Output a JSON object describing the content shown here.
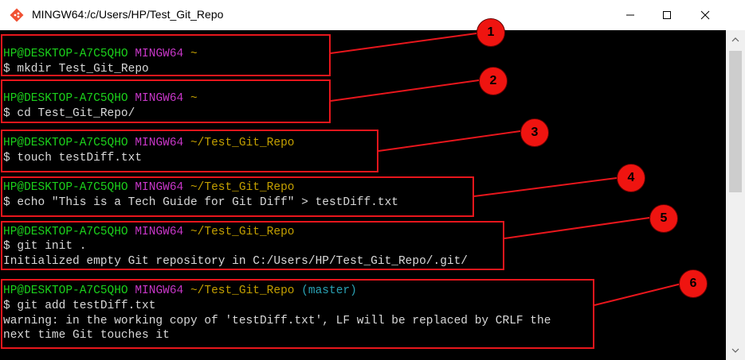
{
  "window": {
    "title": "MINGW64:/c/Users/HP/Test_Git_Repo",
    "icon": "git-bash-icon",
    "controls": {
      "minimize": "minimize-icon",
      "maximize": "maximize-icon",
      "close": "close-icon"
    }
  },
  "terminal": {
    "prompt_user": "HP@DESKTOP-A7C5QHO",
    "prompt_shell": "MINGW64",
    "blocks": [
      {
        "badge": "1",
        "path": "~",
        "branch": "",
        "command": "$ mkdir Test_Git_Repo",
        "output": []
      },
      {
        "badge": "2",
        "path": "~",
        "branch": "",
        "command": "$ cd Test_Git_Repo/",
        "output": []
      },
      {
        "badge": "3",
        "path": "~/Test_Git_Repo",
        "branch": "",
        "command": "$ touch testDiff.txt",
        "output": []
      },
      {
        "badge": "4",
        "path": "~/Test_Git_Repo",
        "branch": "",
        "command": "$ echo \"This is a Tech Guide for Git Diff\" > testDiff.txt",
        "output": []
      },
      {
        "badge": "5",
        "path": "~/Test_Git_Repo",
        "branch": "",
        "command": "$ git init .",
        "output": [
          "Initialized empty Git repository in C:/Users/HP/Test_Git_Repo/.git/"
        ]
      },
      {
        "badge": "6",
        "path": "~/Test_Git_Repo",
        "branch": "(master)",
        "command": "$ git add testDiff.txt",
        "output": [
          "warning: in the working copy of 'testDiff.txt', LF will be replaced by CRLF the",
          "next time Git touches it"
        ]
      }
    ]
  },
  "colors": {
    "annotation_red": "#e8161c",
    "prompt_user": "#1bd11b",
    "prompt_shell": "#c837c8",
    "prompt_path": "#c4a000",
    "prompt_branch": "#2aa1b3"
  }
}
